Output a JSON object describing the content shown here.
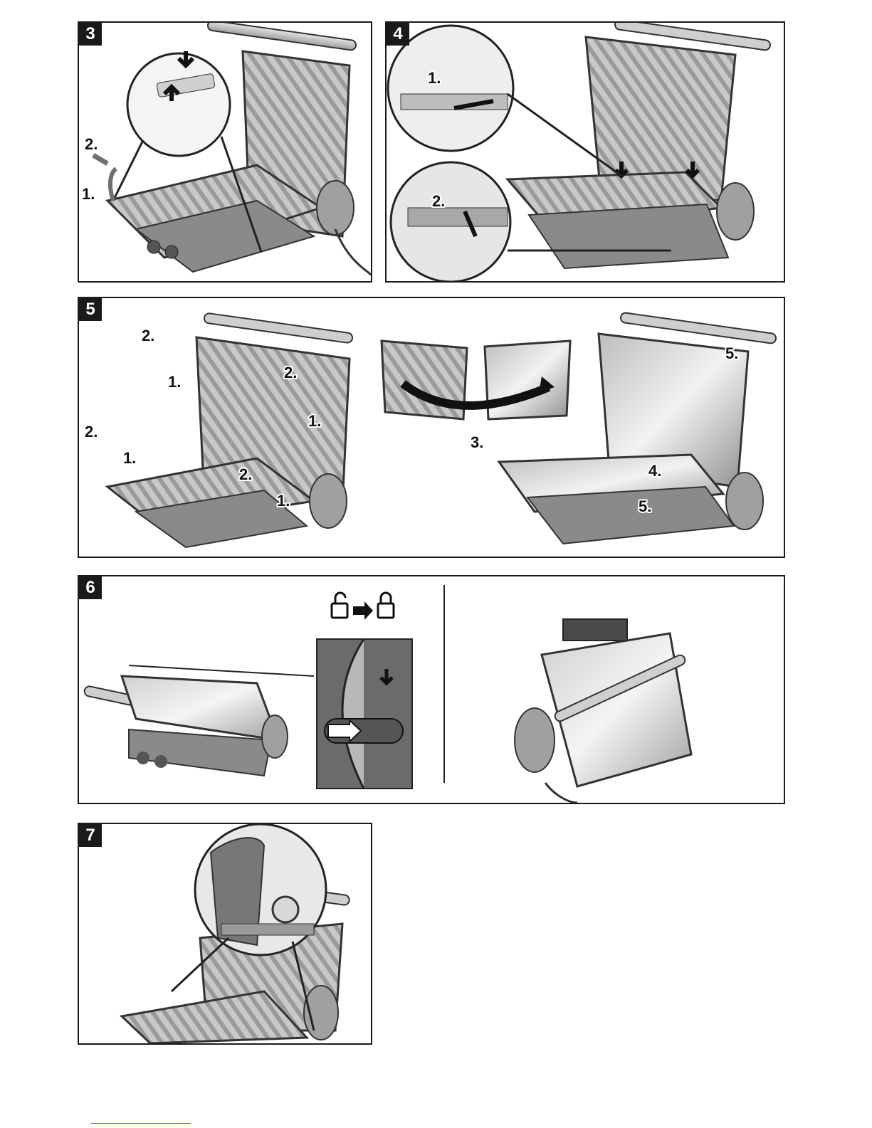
{
  "panels": {
    "p3": {
      "number": "3",
      "steps": [
        "1.",
        "2."
      ]
    },
    "p4": {
      "number": "4",
      "steps": [
        "1.",
        "2."
      ]
    },
    "p5": {
      "number": "5",
      "steps_left": [
        "2.",
        "1.",
        "2.",
        "1.",
        "2.",
        "1.",
        "2.",
        "1."
      ],
      "step_flip": "3.",
      "steps_right": [
        "5.",
        "4.",
        "5."
      ]
    },
    "p6": {
      "number": "6",
      "lock_icons": [
        "lock-open-icon",
        "arrow-right-icon",
        "lock-closed-icon"
      ]
    },
    "p7": {
      "number": "7"
    }
  },
  "colors": {
    "ink": "#1a1a1a",
    "metal_light": "#d9d9d9",
    "metal_mid": "#a6a6a6",
    "metal_dark": "#6e6e6e",
    "arrow_grey": "#707070"
  }
}
